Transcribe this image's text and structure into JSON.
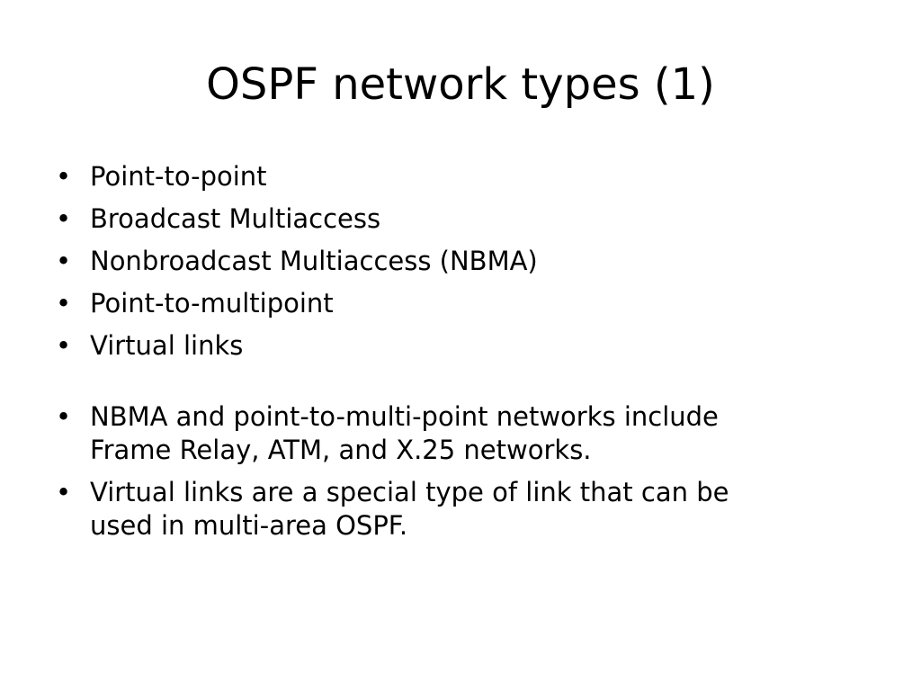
{
  "slide": {
    "title": "OSPF network types (1)",
    "bullet_symbol": "•",
    "items": [
      {
        "text": "Point-to-point"
      },
      {
        "text": "Broadcast Multiaccess"
      },
      {
        "text": "Nonbroadcast Multiaccess (NBMA)"
      },
      {
        "text": "Point-to-multipoint"
      },
      {
        "text": "Virtual links"
      },
      {
        "text": "NBMA and point-to-multi-point networks include\nFrame Relay, ATM, and X.25 networks."
      },
      {
        "text": "Virtual links are a special type of link that can be\nused in multi-area OSPF."
      }
    ]
  }
}
